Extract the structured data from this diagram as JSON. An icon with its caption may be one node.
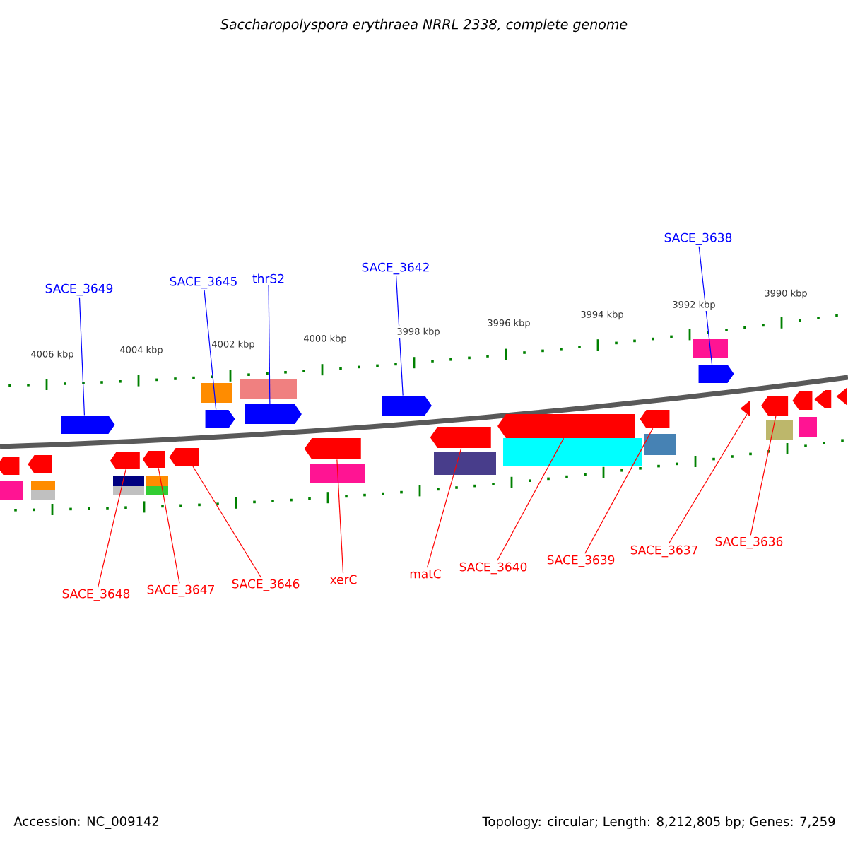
{
  "diagram": {
    "title": "Saccharopolyspora erythraea NRRL 2338, complete genome",
    "nodes": [
      {
        "text": [
          "SACE_3649"
        ]
      },
      {
        "text": [
          "SACE_3645"
        ]
      },
      {
        "text": [
          "thrS2"
        ]
      },
      {
        "text": [
          "SACE_3642"
        ]
      },
      {
        "text": [
          "SACE_3638"
        ]
      },
      {
        "text": [
          "SACE_3648"
        ]
      },
      {
        "text": [
          "SACE_3647"
        ]
      },
      {
        "text": [
          "SACE_3646"
        ]
      },
      {
        "text": [
          "xerC"
        ]
      },
      {
        "text": [
          "matC"
        ]
      },
      {
        "text": [
          "SACE_3640"
        ]
      },
      {
        "text": [
          "SACE_3639"
        ]
      },
      {
        "text": [
          "SACE_3637"
        ]
      },
      {
        "text": [
          "SACE_3636"
        ]
      },
      {
        "text": [],
        "shape": "pentagon"
      },
      {
        "text": [],
        "shape": "pentagon"
      },
      {
        "text": [],
        "shape": "pentagon"
      },
      {
        "text": [],
        "shape": "pentagon"
      },
      {
        "text": [],
        "shape": "pentagon"
      },
      {
        "text": [],
        "shape": "box"
      },
      {
        "text": [],
        "shape": "box"
      },
      {
        "text": [],
        "shape": "box"
      },
      {
        "text": [],
        "shape": "pentagon"
      },
      {
        "text": [],
        "shape": "pentagon"
      },
      {
        "text": [],
        "shape": "pentagon"
      },
      {
        "text": [],
        "shape": "pentagon"
      },
      {
        "text": [],
        "shape": "pentagon"
      },
      {
        "text": [],
        "shape": "pentagon"
      },
      {
        "text": [],
        "shape": "pentagon"
      },
      {
        "text": [],
        "shape": "pentagon"
      },
      {
        "text": [],
        "shape": "pentagon"
      },
      {
        "text": [],
        "shape": "pentagon"
      },
      {
        "text": [],
        "shape": "pentagon"
      },
      {
        "text": [],
        "shape": "pentagon"
      },
      {
        "text": [],
        "shape": "pentagon"
      },
      {
        "text": [],
        "shape": "pentagon"
      },
      {
        "text": [],
        "shape": "box"
      },
      {
        "text": [],
        "shape": "box"
      },
      {
        "text": [],
        "shape": "box"
      },
      {
        "text": [],
        "shape": "box"
      },
      {
        "text": [],
        "shape": "box"
      },
      {
        "text": [],
        "shape": "box"
      },
      {
        "text": [],
        "shape": "box"
      },
      {
        "text": [],
        "shape": "box"
      },
      {
        "text": [],
        "shape": "box"
      },
      {
        "text": [],
        "shape": "box"
      },
      {
        "text": [],
        "shape": "box"
      },
      {
        "text": [],
        "shape": "box"
      },
      {
        "text": [],
        "shape": "box"
      }
    ],
    "edges": [
      {
        "from": 0,
        "to": 14,
        "arrow": "none",
        "color": "#0000ff"
      },
      {
        "from": 1,
        "to": 15,
        "arrow": "none",
        "color": "#0000ff"
      },
      {
        "from": 2,
        "to": 16,
        "arrow": "none",
        "color": "#0000ff"
      },
      {
        "from": 3,
        "to": 17,
        "arrow": "none",
        "color": "#0000ff"
      },
      {
        "from": 4,
        "to": 18,
        "arrow": "none",
        "color": "#0000ff"
      },
      {
        "from": 5,
        "to": 24,
        "arrow": "none"
      },
      {
        "from": 6,
        "to": 25,
        "arrow": "none"
      },
      {
        "from": 7,
        "to": 26,
        "arrow": "none"
      },
      {
        "from": 8,
        "to": 27,
        "arrow": "none"
      },
      {
        "from": 9,
        "to": 28,
        "arrow": "none"
      },
      {
        "from": 10,
        "to": 29,
        "arrow": "none"
      },
      {
        "from": 11,
        "to": 30,
        "arrow": "none"
      },
      {
        "from": 12,
        "to": 31,
        "arrow": "none"
      },
      {
        "from": 13,
        "to": 32,
        "arrow": "none"
      }
    ],
    "labels": [
      "4006 kbp",
      "4004 kbp",
      "4002 kbp",
      "4000 kbp",
      "3998 kbp",
      "3996 kbp",
      "3994 kbp",
      "3992 kbp",
      "3990 kbp",
      "Accession: NC_009142",
      "Topology: circular; Length: 8,212,805 bp; Genes: 7,259"
    ]
  }
}
